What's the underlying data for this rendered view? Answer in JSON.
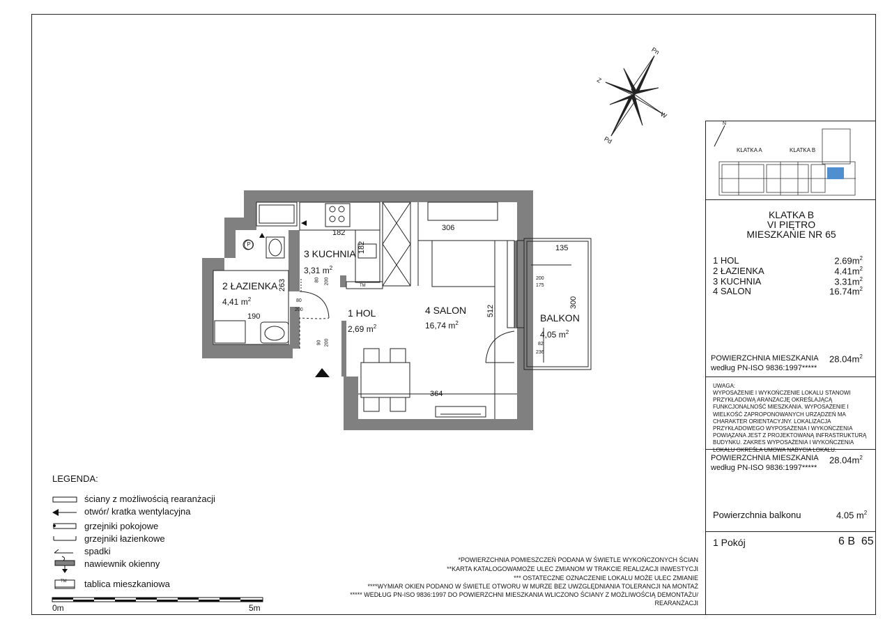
{
  "plan": {
    "compass": {
      "n": "Pn",
      "s": "Pd",
      "e": "W",
      "w": "Z"
    },
    "rooms": [
      {
        "name": "1 HOL",
        "area": "2,69 m",
        "sup": "2"
      },
      {
        "name": "2 ŁAZIENKA",
        "area": "4,41 m",
        "sup": "2"
      },
      {
        "name": "3 KUCHNIA",
        "area": "3,31 m",
        "sup": "2"
      },
      {
        "name": "4 SALON",
        "area": "16,74 m",
        "sup": "2"
      },
      {
        "name": "BALKON",
        "area": "4,05 m",
        "sup": "2"
      }
    ],
    "dimensions": {
      "d182a": "182",
      "d182b": "182",
      "d306": "306",
      "d263": "263",
      "d190": "190",
      "d512": "512",
      "d364": "364",
      "d135": "135",
      "d300": "300",
      "w80_200a": "80",
      "w80_200b": "200",
      "w80_200c": "80",
      "w80_200d": "200",
      "w90": "90",
      "w200": "200",
      "w200_175a": "200",
      "w200_175b": "175",
      "w82": "82",
      "w236": "236"
    },
    "parking_symbol": "P",
    "tm_label": "TM"
  },
  "key_plan": {
    "klatka_a": "KLATKA A",
    "klatka_b": "KLATKA B",
    "north": "N"
  },
  "info": {
    "header": [
      "KLATKA B",
      "VI PIĘTRO",
      "MIESZKANIE NR 65"
    ],
    "rooms": [
      {
        "name": "1 HOL",
        "area": "2.69m",
        "sup": "2"
      },
      {
        "name": "2 ŁAZIENKA",
        "area": "4.41m",
        "sup": "2"
      },
      {
        "name": "3 KUCHNIA",
        "area": "3.31m",
        "sup": "2"
      },
      {
        "name": "4 SALON",
        "area": "16.74m",
        "sup": "2"
      }
    ],
    "total1": {
      "l1": "POWIERZCHNIA MIESZKANIA",
      "l2": "według PN-ISO 9836:1997*****",
      "value": "28.04m",
      "sup": "2"
    },
    "note_title": "UWAGA:",
    "note_text": "WYPOSAŻENIE I WYKOŃCZENIE LOKALU STANOWI PRZYKŁADOWĄ ARANŻACJĘ OKREŚLAJĄCĄ FUNKCJONALNOŚĆ MIESZKANIA. WYPOSAŻENIE I WIELKOŚĆ ZAPROPONOWANYCH URZĄDZEŃ MA CHARAKTER ORIENTACYJNY. LOKALIZACJA PRZYKŁADOWEGO WYPOSAŻENIA I WYKOŃCZENIA POWIĄZANA JEST Z PROJEKTOWANĄ INFRASTRUKTURĄ BUDYNKU. ZAKRES WYPOSAŻENIA I WYKOŃCZENIA LOKALU OKREŚLA UMOWA NABYCIA LOKALU.",
    "total2": {
      "l1": "POWIERZCHNIA MIESZKANIA",
      "l2": "według PN-ISO 9836:1997*****",
      "value": "28.04m",
      "sup": "2"
    },
    "balcony": {
      "label": "Powierzchnia balkonu",
      "value": "4.05 m",
      "sup": "2"
    },
    "rooms_count": "1 Pokój",
    "code": "6 B  65"
  },
  "legend": {
    "title": "LEGENDA:",
    "items": [
      {
        "label": "ściany z możliwością rearanżacji",
        "icon": "wall-rect-icon"
      },
      {
        "label": "otwór/ kratka wentylacyjna",
        "icon": "vent-arrow-icon"
      },
      {
        "label": "grzejniki pokojowe",
        "icon": "radiator-icon"
      },
      {
        "label": "grzejniki łazienkowe",
        "icon": "bath-radiator-icon"
      },
      {
        "label": "spadki",
        "icon": "slope-icon"
      },
      {
        "label": "nawiewnik okienny",
        "icon": "window-vent-icon"
      },
      {
        "label": "tablica mieszkaniowa",
        "icon": "tm-board-icon"
      }
    ],
    "scale_start": "0m",
    "scale_end": "5m"
  },
  "footnotes": [
    "*POWIERZCHNIA POMIESZCZEŃ PODANA W ŚWIETLE WYKOŃCZONYCH ŚCIAN",
    "**KARTA KATALOGOWAMOŻE ULEC ZMIANOM W TRAKCIE REALIZACJI INWESTYCJI",
    "*** OSTATECZNE OZNACZENIE LOKALU MOŻE ULEC ZMIANIE",
    "****WYMIAR OKIEN PODANO W ŚWIETLE OTWORU W MURZE BEZ UWZGLĘDNIANIA TOLERANCJI NA MONTAŻ",
    "***** WEDŁUG PN-ISO 9836:1997 DO POWIERZCHNI MIESZKANIA WLICZONO ŚCIANY Z MOŻLIWOŚCIĄ DEMONTAŻU/",
    "REARANŻACJI"
  ],
  "colors": {
    "wall": "#808080",
    "line": "#222222",
    "highlight": "#4f8fd0"
  }
}
